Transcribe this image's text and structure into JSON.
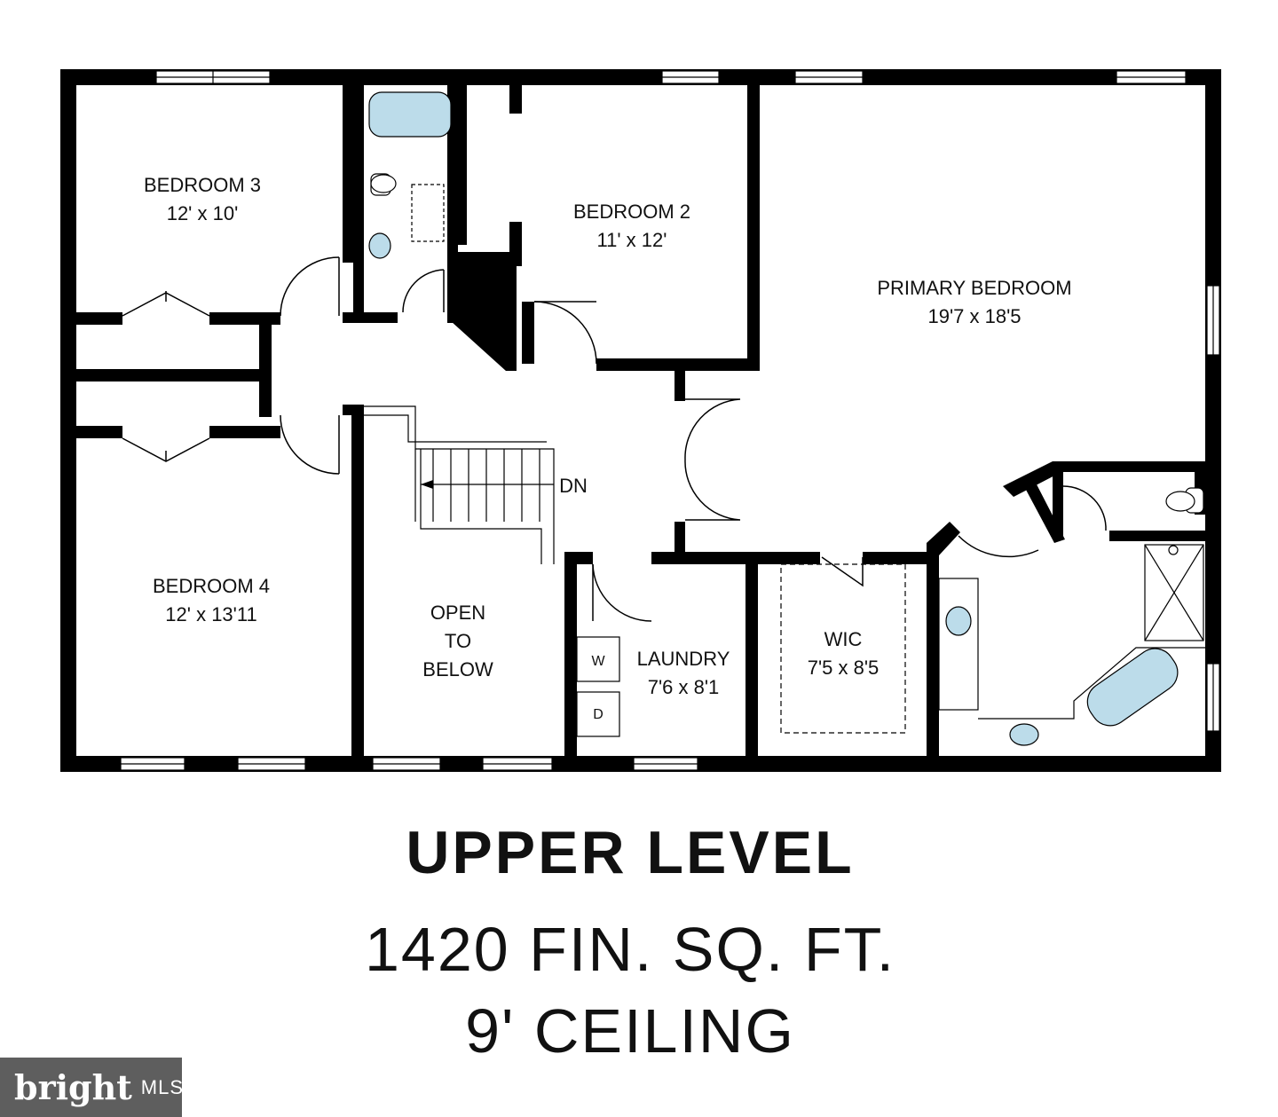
{
  "plan": {
    "rooms": [
      {
        "name": "BEDROOM 3",
        "size": "12' x 10'"
      },
      {
        "name": "BEDROOM 2",
        "size": "11' x 12'"
      },
      {
        "name": "PRIMARY BEDROOM",
        "size": "19'7 x 18'5"
      },
      {
        "name": "BEDROOM 4",
        "size": "12' x 13'11"
      },
      {
        "name": "OPEN",
        "size": "TO",
        "extra": "BELOW"
      },
      {
        "name": "LAUNDRY",
        "size": "7'6 x 8'1"
      },
      {
        "name": "WIC",
        "size": "7'5 x 8'5"
      }
    ],
    "stair_label": "DN",
    "washer_label": "W",
    "dryer_label": "D"
  },
  "titles": {
    "level": "UPPER LEVEL",
    "area": "1420 FIN. SQ. FT.",
    "ceiling": "9' CEILING"
  },
  "badge": {
    "brand": "bright",
    "suffix": "MLS"
  },
  "colors": {
    "wall": "#000000",
    "fixture": "#bcdcea",
    "badge": "#5e5e5e"
  }
}
